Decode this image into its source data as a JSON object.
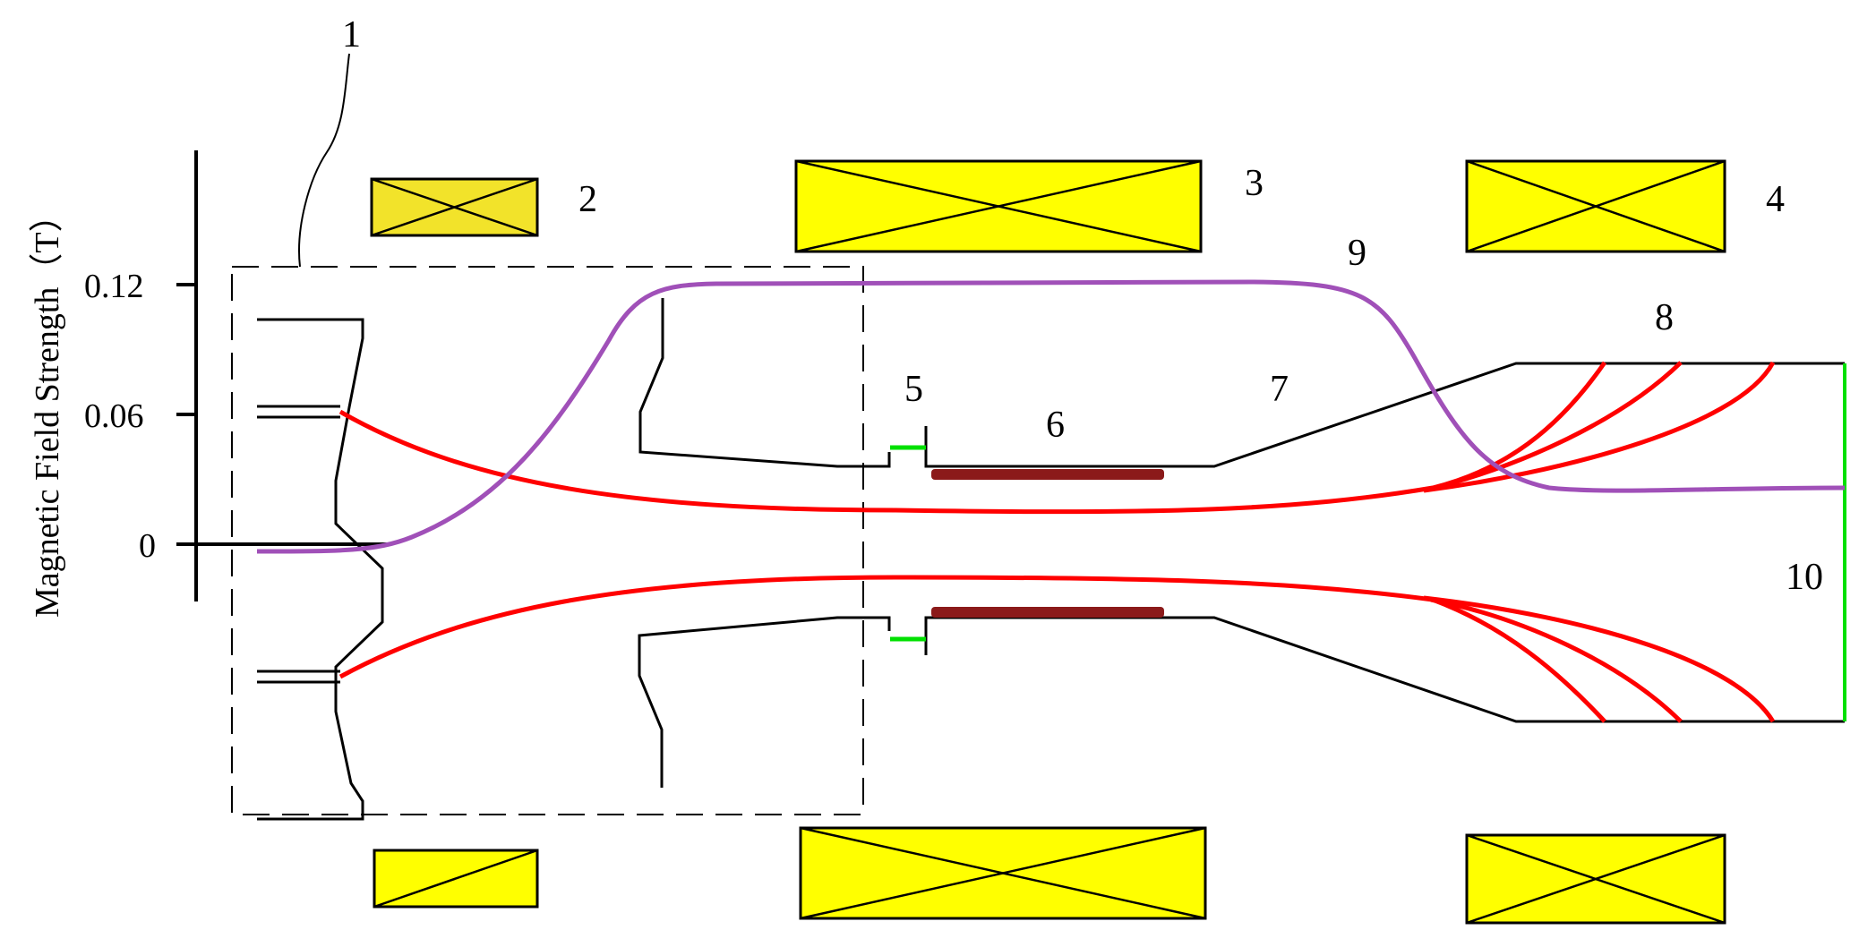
{
  "axis": {
    "title": "Magnetic Field Strength（T）",
    "ticks": [
      "0.12",
      "0.06",
      "0"
    ]
  },
  "labels": {
    "l1": "1",
    "l2": "2",
    "l3": "3",
    "l4": "4",
    "l5": "5",
    "l6": "6",
    "l7": "7",
    "l8": "8",
    "l9": "9",
    "l10": "10"
  },
  "colors": {
    "coil": "#ffff00",
    "coil_small": "#f2e32a",
    "beam": "#ff0000",
    "field_curve": "#a050b8",
    "green": "#00e000",
    "attenuator": "#8b1a1a",
    "outline": "#000000"
  }
}
